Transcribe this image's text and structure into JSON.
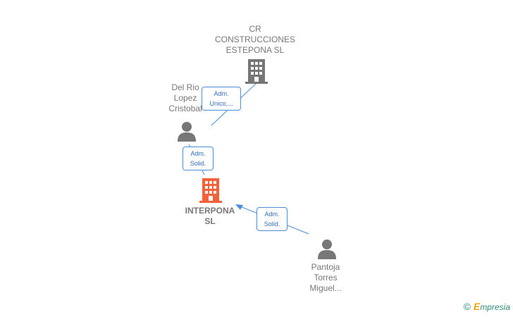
{
  "nodes": {
    "cr_construcciones": {
      "label": "CR\nCONSTRUCCIONES\nESTEPONA  SL",
      "type": "company",
      "color": "#777777"
    },
    "del_rio": {
      "label": "Del Rio\nLopez\nCristobal",
      "type": "person",
      "color": "#777777"
    },
    "interpona": {
      "label": "INTERPONA\nSL",
      "type": "company",
      "color": "#f4623a"
    },
    "pantoja": {
      "label": "Pantoja\nTorres\nMiguel...",
      "type": "person",
      "color": "#777777"
    }
  },
  "edges": {
    "cr_to_del_rio": {
      "label": "Adm.\nUnico,..."
    },
    "del_rio_to_interpona": {
      "label": "Adm.\nSolid."
    },
    "pantoja_to_interpona": {
      "label": "Adm.\nSolid."
    }
  },
  "colors": {
    "edge": "#4a8fd6",
    "node_gray": "#777777",
    "node_main": "#f4623a"
  },
  "brand": {
    "copyright": "©",
    "name_first": "E",
    "name_rest": "mpresia"
  }
}
